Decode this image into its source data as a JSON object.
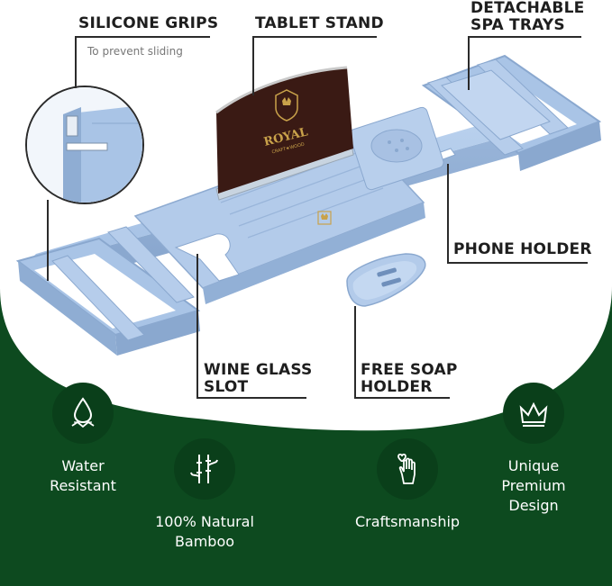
{
  "callouts": {
    "silicone_grips": "SILICONE GRIPS",
    "silicone_sub": "To prevent sliding",
    "tablet_stand": "TABLET STAND",
    "spa_trays_1": "DETACHABLE",
    "spa_trays_2": "SPA TRAYS",
    "phone_holder": "PHONE HOLDER",
    "wine_glass_1": "WINE GLASS",
    "wine_glass_2": "SLOT",
    "soap_1": "FREE SOAP",
    "soap_2": "HOLDER"
  },
  "branding": {
    "logo_word": "ROYAL",
    "logo_sub": "CRAFT★WOOD"
  },
  "features": [
    {
      "line1": "Water",
      "line2": "Resistant",
      "icon": "water-drop-icon"
    },
    {
      "line1": "100% Natural",
      "line2": "Bamboo",
      "icon": "bamboo-icon"
    },
    {
      "line1": "Craftsmanship",
      "line2": "",
      "icon": "hand-heart-icon"
    },
    {
      "line1": "Unique",
      "line2": "Premium",
      "line3": "Design",
      "icon": "crown-icon"
    }
  ],
  "colors": {
    "background_green": "#0d4a1f",
    "icon_circle": "#0a3f1a",
    "product_blue": "#a9c4e6",
    "tablet_brown": "#3a1a14",
    "logo_gold": "#c9a24a"
  }
}
